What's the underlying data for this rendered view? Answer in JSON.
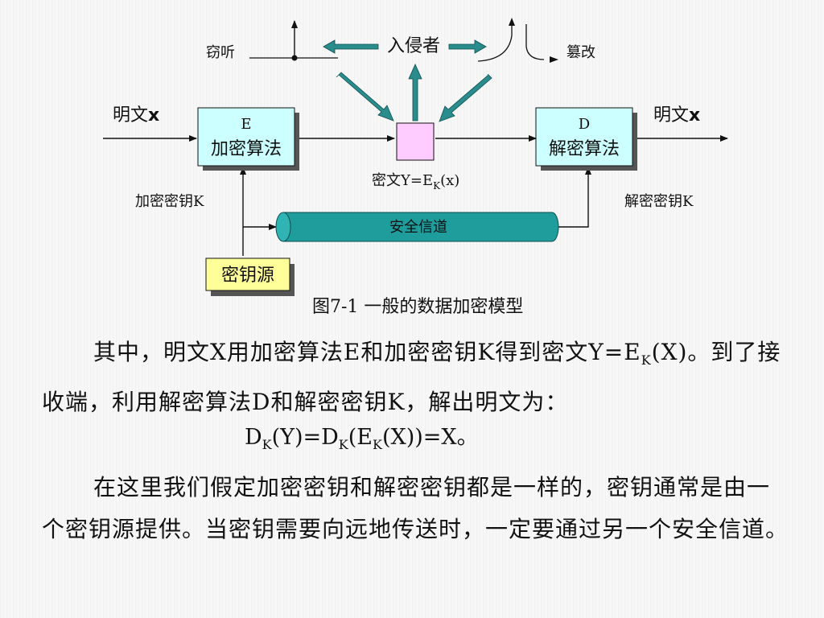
{
  "diagram": {
    "plaintext_left": "明文",
    "plaintext_right": "明文",
    "x_var": "x",
    "enc_box_letter": "E",
    "enc_box_label": "加密算法",
    "dec_box_letter": "D",
    "dec_box_label": "解密算法",
    "eavesdrop": "窃听",
    "intruder": "入侵者",
    "tamper": "篡改",
    "ciphertext_pre": "密文Y=E",
    "ciphertext_sub": "K",
    "ciphertext_post": "(x)",
    "enc_key": "加密密钥K",
    "dec_key": "解密密钥K",
    "secure_channel": "安全信道",
    "key_source": "密钥源",
    "caption": "图7-1  一般的数据加密模型",
    "colors": {
      "box_fill": "#ccffff",
      "channel_fill": "#1f9c9c",
      "arrow_teal": "#2a8c8c",
      "cipher_box": "#ffccff",
      "key_source_fill": "#ffff99",
      "shadow": "#555555"
    }
  },
  "paragraph1": {
    "a": "其中，明文X用加密算法E和加密密钥K得到密文Y=E",
    "sub": "K",
    "b": "(X)。到了接收端，利用解密算法D和解密密钥K，解出明文为："
  },
  "formula": {
    "p1": "D",
    "s1": "K",
    "p2": "(Y)=D",
    "s2": "K",
    "p3": "(E",
    "s3": "K",
    "p4": "(X))=X。"
  },
  "paragraph2": "在这里我们假定加密密钥和解密密钥都是一样的，密钥通常是由一个密钥源提供。当密钥需要向远地传送时，一定要通过另一个安全信道。"
}
